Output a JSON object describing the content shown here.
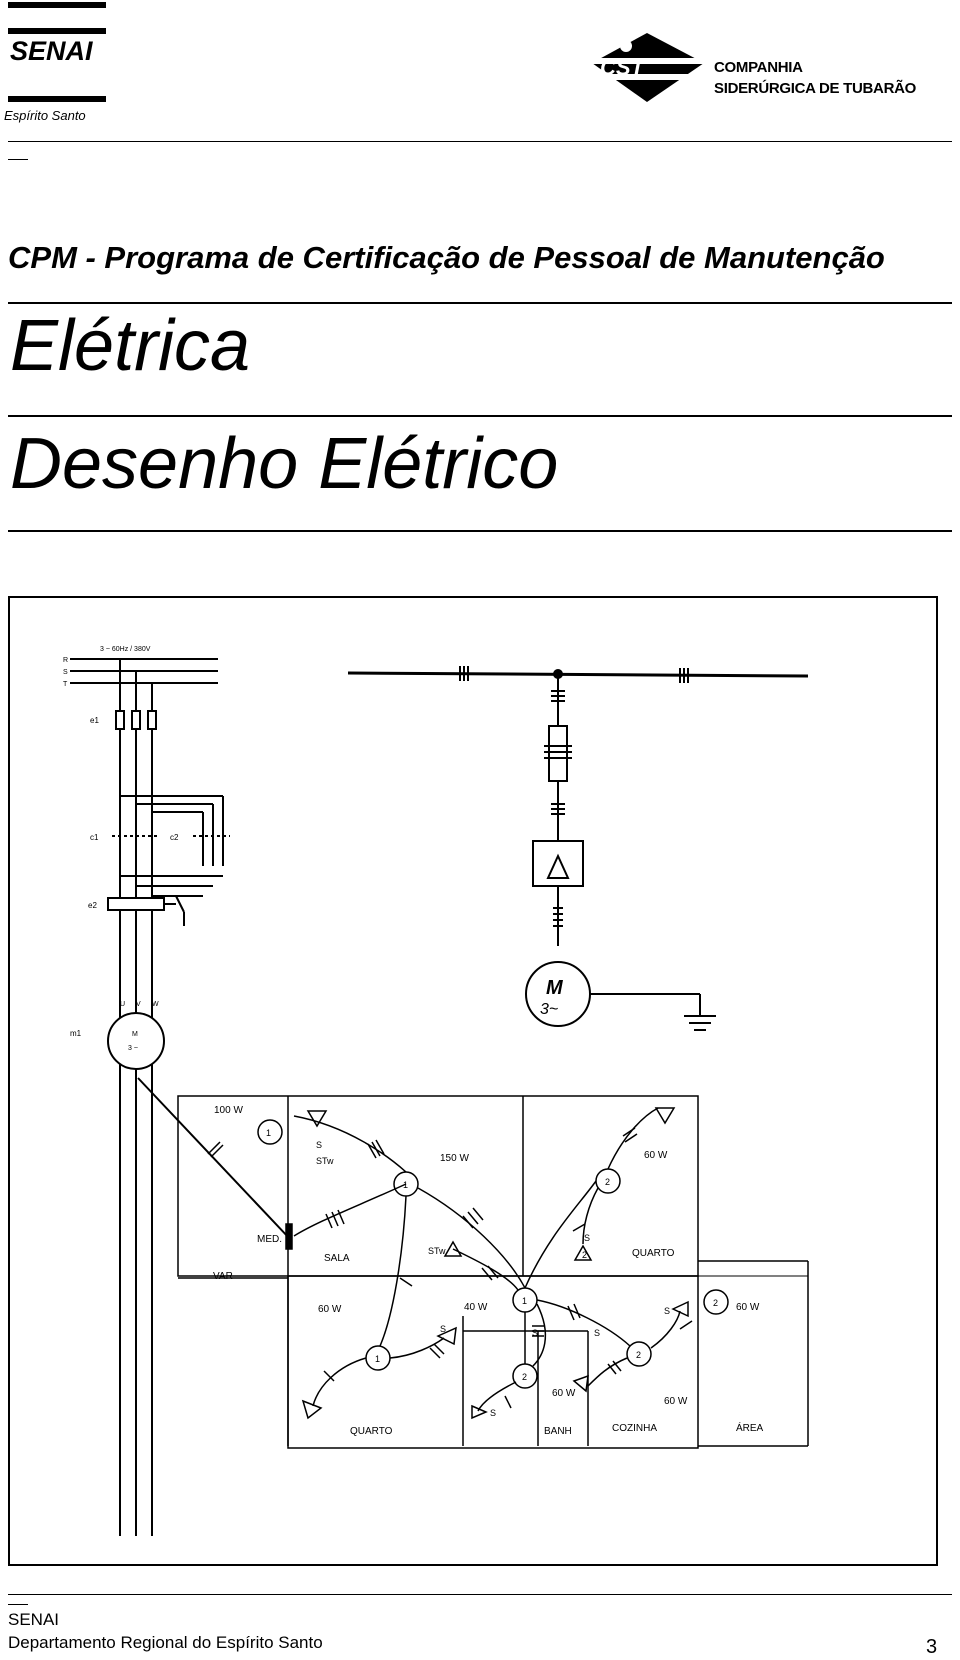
{
  "header": {
    "senai_logo": "SENAI",
    "senai_subtitle": "Espírito Santo",
    "cst_logo": "CST",
    "company_line1": "COMPANHIA",
    "company_line2": "SIDERÚRGICA DE TUBARÃO"
  },
  "title": {
    "program": "CPM - Programa de Certificação de Pessoal de Manutenção",
    "area": "Elétrica",
    "subject": "Desenho Elétrico"
  },
  "figure": {
    "wiring": {
      "supply": "3 ~ 60Hz / 380V",
      "phases": [
        "R",
        "S",
        "T"
      ],
      "e1": "e1",
      "c1": "c1",
      "c2": "c2",
      "e2": "e2",
      "terminals": [
        "U",
        "V",
        "W"
      ],
      "motor_left": "m1",
      "motor_symbol": "M",
      "motor_phase": "3 ~"
    },
    "unifilar": {
      "motor_symbol": "M",
      "motor_phase": "3~"
    },
    "plan": {
      "rooms": [
        "VAR",
        "SALA",
        "QUARTO",
        "QUARTO",
        "BANH",
        "COZINHA",
        "ÁREA"
      ],
      "loads": [
        "100 W",
        "150 W",
        "60 W",
        "60 W",
        "40 W",
        "60 W",
        "60 W",
        "60 W"
      ],
      "meter": "MED.",
      "switch_labels": [
        "S",
        "STw",
        "STw",
        "S",
        "S",
        "S",
        "S",
        "S",
        "S"
      ],
      "circuit_ids": [
        "1",
        "1",
        "2",
        "1",
        "1",
        "2",
        "2",
        "2",
        "2"
      ]
    }
  },
  "footer": {
    "org": "SENAI",
    "dept": "Departamento Regional do Espírito Santo",
    "page": "3"
  }
}
